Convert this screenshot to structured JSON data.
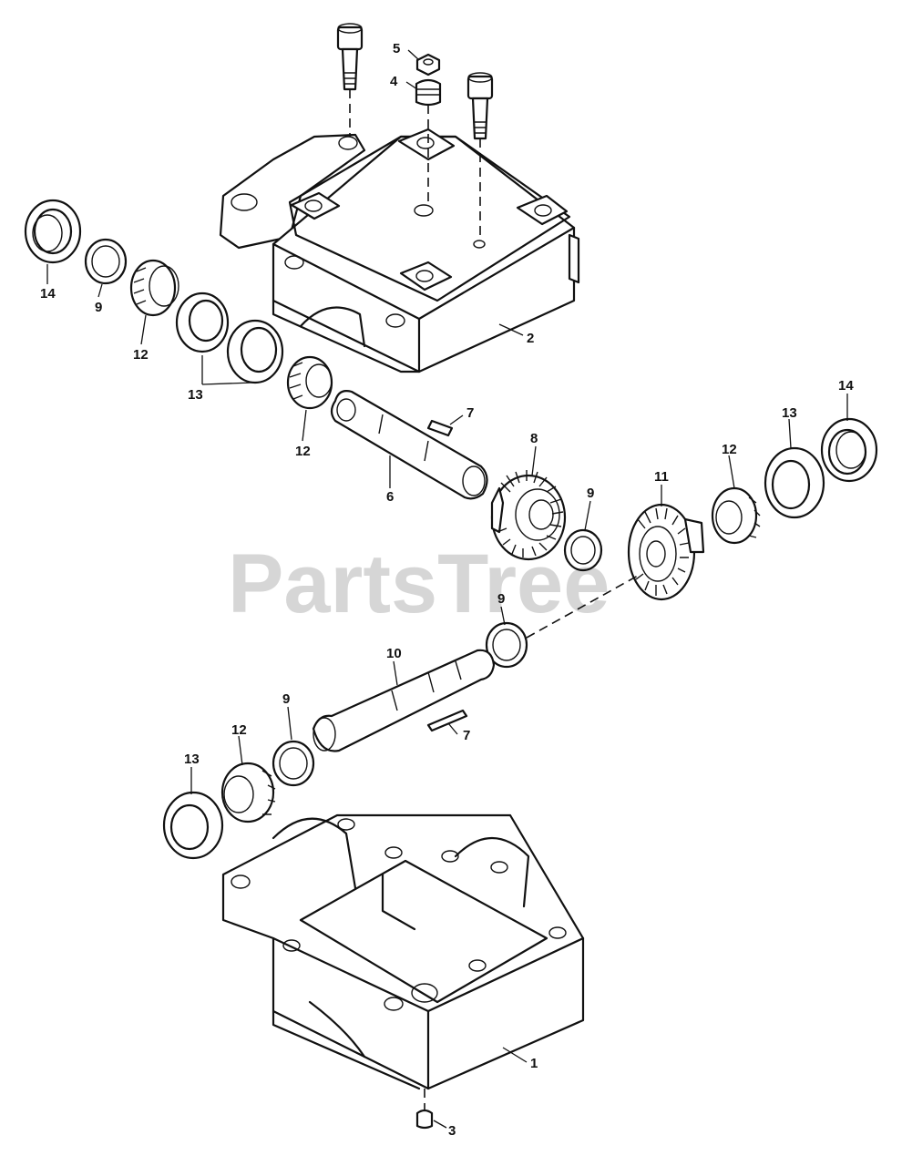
{
  "watermark": "PartsTree",
  "callouts": {
    "c1": "1",
    "c2": "2",
    "c3": "3",
    "c4": "4",
    "c5": "5",
    "c6": "6",
    "c7a": "7",
    "c7b": "7",
    "c8": "8",
    "c9a": "9",
    "c9b": "9",
    "c9c": "9",
    "c9d": "9",
    "c10": "10",
    "c11": "11",
    "c12a": "12",
    "c12b": "12",
    "c12c": "12",
    "c12d": "12",
    "c13a": "13",
    "c13b": "13",
    "c13c": "13",
    "c14a": "14",
    "c14b": "14"
  }
}
